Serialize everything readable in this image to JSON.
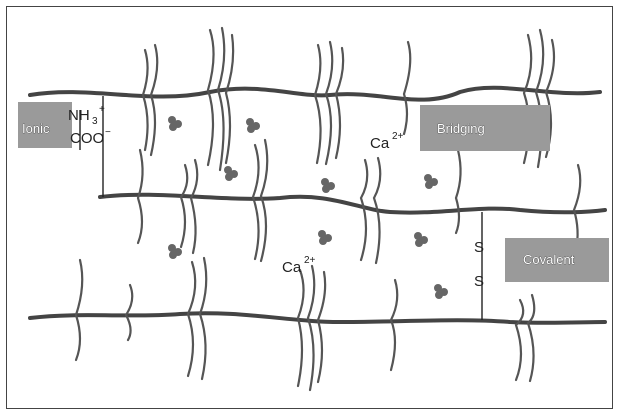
{
  "labels": {
    "ionic": "Ionic",
    "nh3": "NH",
    "nh3_sub": "3",
    "nh3_sup": "+",
    "coo": "COO",
    "coo_sup": "−",
    "ca_left": "Ca",
    "ca_left_sup": "2+",
    "ca_bottom": "Ca",
    "ca_bottom_sup": "2+",
    "bridging": "Bridging",
    "covalent": "Covalent",
    "s_top": "S",
    "s_bottom": "S"
  },
  "colors": {
    "chain": "#444444",
    "label_box": "#9a9a9a",
    "strand": "#555555",
    "molecule": "#666666"
  }
}
